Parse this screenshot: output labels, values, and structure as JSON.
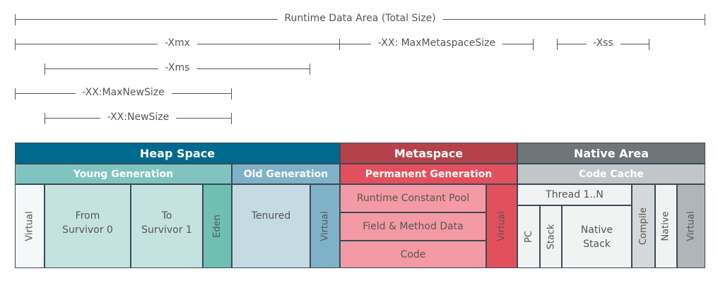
{
  "dimensions": {
    "runtime": "Runtime Data Area (Total Size)",
    "xmx": "-Xmx",
    "maxmeta": "-XX: MaxMetaspaceSize",
    "xss": "-Xss",
    "xms": "-Xms",
    "maxnew": "-XX:MaxNewSize",
    "newsize": "-XX:NewSize"
  },
  "heap": {
    "title": "Heap Space",
    "young": "Young Generation",
    "old": "Old Generation",
    "virtual_left": "Virtual",
    "from_survivor": "From\nSurvivor 0",
    "to_survivor": "To\nSurvivor 1",
    "eden": "Eden",
    "tenured": "Tenured",
    "virtual_old": "Virtual"
  },
  "meta": {
    "title": "Metaspace",
    "perm": "Permanent Generation",
    "rcp": "Runtime Constant Pool",
    "fmd": "Field & Method Data",
    "code": "Code",
    "virtual": "Virtual"
  },
  "native": {
    "title": "Native Area",
    "code_cache": "Code Cache",
    "thread": "Thread 1..N",
    "pc": "PC",
    "stack": "Stack",
    "native_stack": "Native\nStack",
    "compile": "Compile",
    "native": "Native",
    "virtual": "Virtual"
  },
  "colors": {
    "heap_dark": "#006a8e",
    "young_teal": "#7fc4c0",
    "old_blue": "#7fb2c8",
    "virtual_light": "#f4f8f8",
    "survivor": "#c4e3e0",
    "eden": "#6fbfb3",
    "tenured": "#c4dbe4",
    "virtual_old": "#7fb2c8",
    "meta_dark": "#b5424b",
    "perm_red": "#e3505d",
    "pink": "#f49aa4",
    "meta_virtual": "#e3505d",
    "native_dark": "#707579",
    "code_cache": "#c2c6c9",
    "native_light": "#f1f2f2",
    "compile": "#d5d8da",
    "native_virtual": "#b0b5b9"
  }
}
